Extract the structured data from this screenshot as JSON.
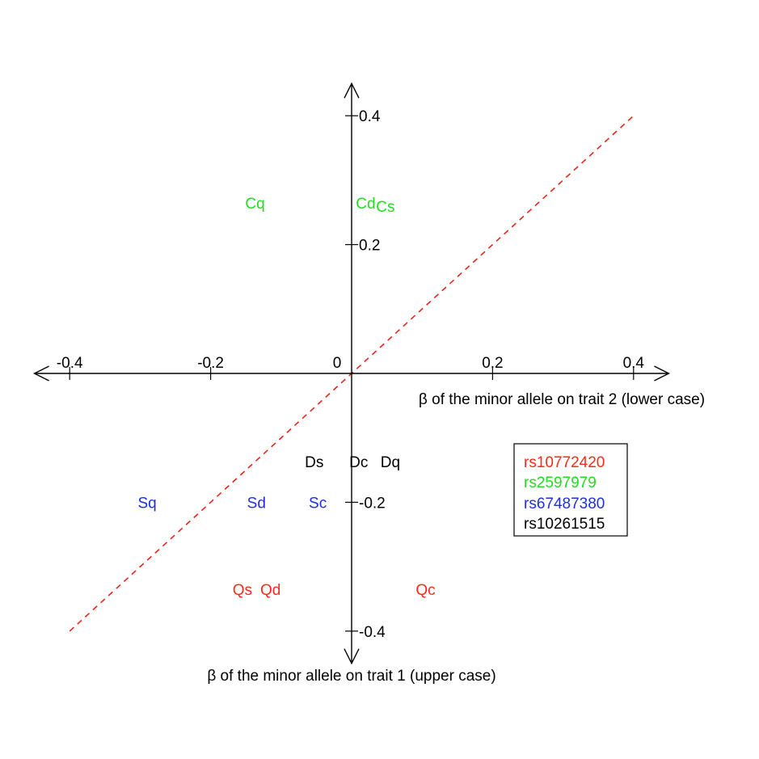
{
  "chart_data": {
    "type": "scatter",
    "title": "",
    "xlabel": "β of the minor allele on trait 2 (lower case)",
    "ylabel": "β of the minor allele on trait 1 (upper case)",
    "xlim": [
      -0.45,
      0.45
    ],
    "ylim": [
      -0.45,
      0.45
    ],
    "x_ticks": [
      {
        "value": -0.4,
        "label": "-0.4"
      },
      {
        "value": -0.2,
        "label": "-0.2"
      },
      {
        "value": 0,
        "label": "0"
      },
      {
        "value": 0.2,
        "label": "0.2"
      },
      {
        "value": 0.4,
        "label": "0.4"
      }
    ],
    "y_ticks": [
      {
        "value": 0.4,
        "label": "0.4"
      },
      {
        "value": 0.2,
        "label": "0.2"
      },
      {
        "value": -0.2,
        "label": "-0.2"
      },
      {
        "value": -0.4,
        "label": "-0.4"
      }
    ],
    "reference_line": {
      "slope": 1,
      "intercept": 0,
      "x_range": [
        -0.4,
        0.4
      ],
      "style": "dashed",
      "color": "#e8251a"
    },
    "grid": false,
    "legend_position": "right",
    "series": [
      {
        "name": "rs10772420",
        "color": "#ff2a1a",
        "points": [
          {
            "label": "Qs",
            "x": -0.155,
            "y": -0.335
          },
          {
            "label": "Qd",
            "x": -0.115,
            "y": -0.335
          },
          {
            "label": "Qc",
            "x": 0.105,
            "y": -0.335
          }
        ]
      },
      {
        "name": "rs2597979",
        "color": "#22dd22",
        "points": [
          {
            "label": "Cq",
            "x": -0.137,
            "y": 0.265
          },
          {
            "label": "Cd",
            "x": 0.02,
            "y": 0.265
          },
          {
            "label": "Cs",
            "x": 0.048,
            "y": 0.26
          }
        ]
      },
      {
        "name": "rs67487380",
        "color": "#1f2fe8",
        "points": [
          {
            "label": "Sq",
            "x": -0.29,
            "y": -0.2
          },
          {
            "label": "Sd",
            "x": -0.135,
            "y": -0.2
          },
          {
            "label": "Sc",
            "x": -0.048,
            "y": -0.2
          }
        ]
      },
      {
        "name": "rs10261515",
        "color": "#000000",
        "points": [
          {
            "label": "Ds",
            "x": -0.053,
            "y": -0.137
          },
          {
            "label": "Dc",
            "x": 0.01,
            "y": -0.137
          },
          {
            "label": "Dq",
            "x": 0.055,
            "y": -0.137
          }
        ]
      }
    ]
  }
}
